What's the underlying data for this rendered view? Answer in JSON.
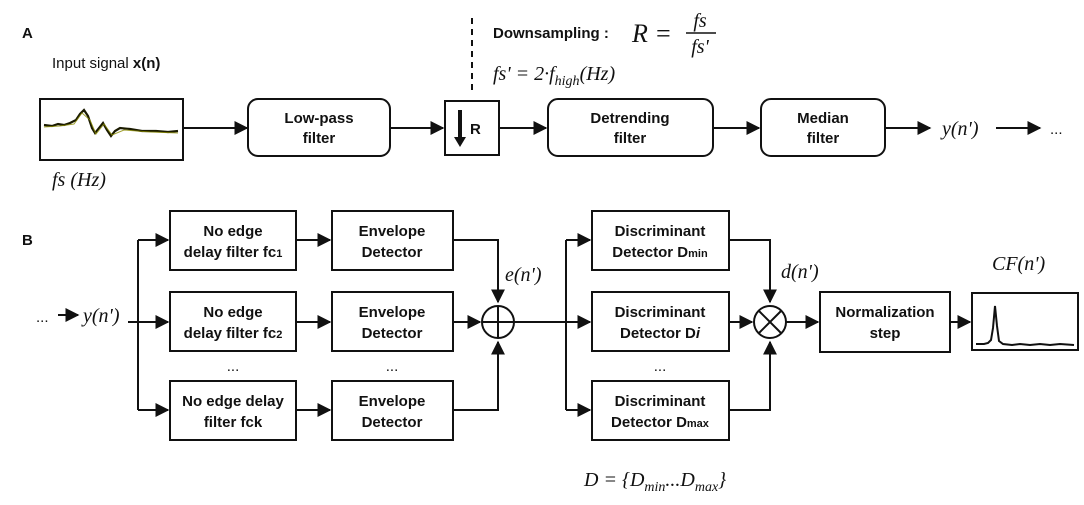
{
  "panel_a": {
    "label": "A",
    "input_label_prefix": "Input signal ",
    "input_label_var": "x(n)",
    "fs_label": "fs (Hz)",
    "downsampling_label": "Downsampling :",
    "downsampling_lhs": "R =",
    "downsampling_num": "fs",
    "downsampling_den": "fs'",
    "fs_prime_prefix": "fs' = 2·f",
    "fs_prime_sub": "high",
    "fs_prime_suffix": "(Hz)",
    "lowpass_line1": "Low-pass",
    "lowpass_line2": "filter",
    "downsample_box": "R",
    "detrending_line1": "Detrending",
    "detrending_line2": "filter",
    "median_line1": "Median",
    "median_line2": "filter",
    "output_label": "y(n')",
    "ellipsis": "..."
  },
  "panel_b": {
    "label": "B",
    "input_prefix": "...",
    "input_label": "y(n')",
    "filter1_line1": "No edge",
    "filter1_line2": "delay filter fc",
    "filter1_sub": "1",
    "filter2_line1": "No edge",
    "filter2_line2": "delay filter fc",
    "filter2_sub": "2",
    "filterk_line1": "No edge delay",
    "filterk_line2": "filter fck",
    "envelope1_line1": "Envelope",
    "envelope1_line2": "Detector",
    "envelope2_line1": "Envelope",
    "envelope2_line2": "Detector",
    "envelopek_line1": "Envelope",
    "envelopek_line2": "Detector",
    "filter_ellipsis": "...",
    "envelope_ellipsis": "...",
    "sum_label": "e(n')",
    "disc1_line1": "Discriminant",
    "disc1_line2": "Detector D",
    "disc1_sub": "min",
    "disc2_line1": "Discriminant",
    "disc2_line2": "Detector D",
    "disc2_sub": "i",
    "disc3_line1": "Discriminant",
    "disc3_line2": "Detector D",
    "disc3_sub": "max",
    "disc_ellipsis": "...",
    "product_label": "d(n')",
    "norm_line1": "Normalization",
    "norm_line2": "step",
    "cf_label": "CF(n')",
    "d_set_prefix": "D = {D",
    "d_set_sub1": "min",
    "d_set_mid": "...D",
    "d_set_sub2": "max",
    "d_set_suffix": "}"
  },
  "colors": {
    "stroke": "#111111",
    "background": "#ffffff",
    "signal_line": "#8a8a00"
  }
}
